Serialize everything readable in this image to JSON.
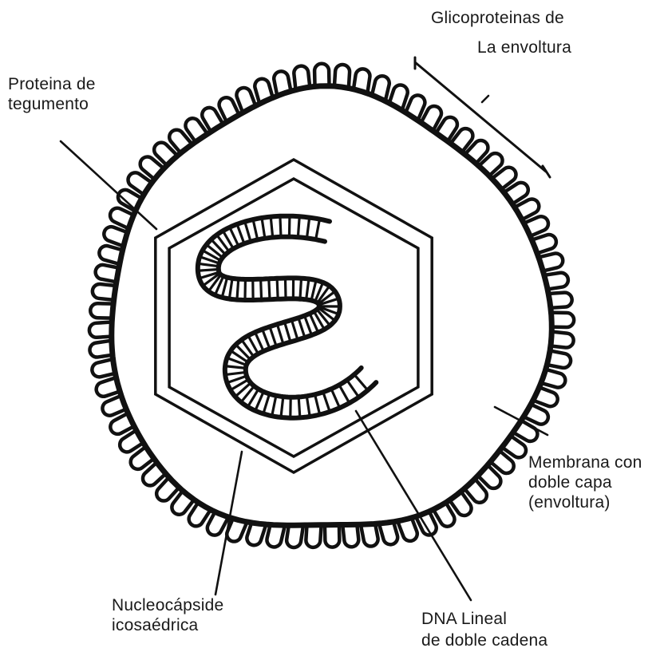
{
  "labels": {
    "glycoproteins": {
      "line1": "Glicoproteinas de",
      "line2": "La envoltura"
    },
    "tegument": {
      "line1": "Proteina de",
      "line2": "tegumento"
    },
    "membrane": {
      "line1": "Membrana con",
      "line2": "doble capa",
      "line3": "(envoltura)"
    },
    "nucleocapsid": {
      "line1": "Nucleocápside",
      "line2": "icosaédrica"
    },
    "dna": {
      "line1": "DNA Lineal",
      "line2": "de doble cadena"
    }
  }
}
